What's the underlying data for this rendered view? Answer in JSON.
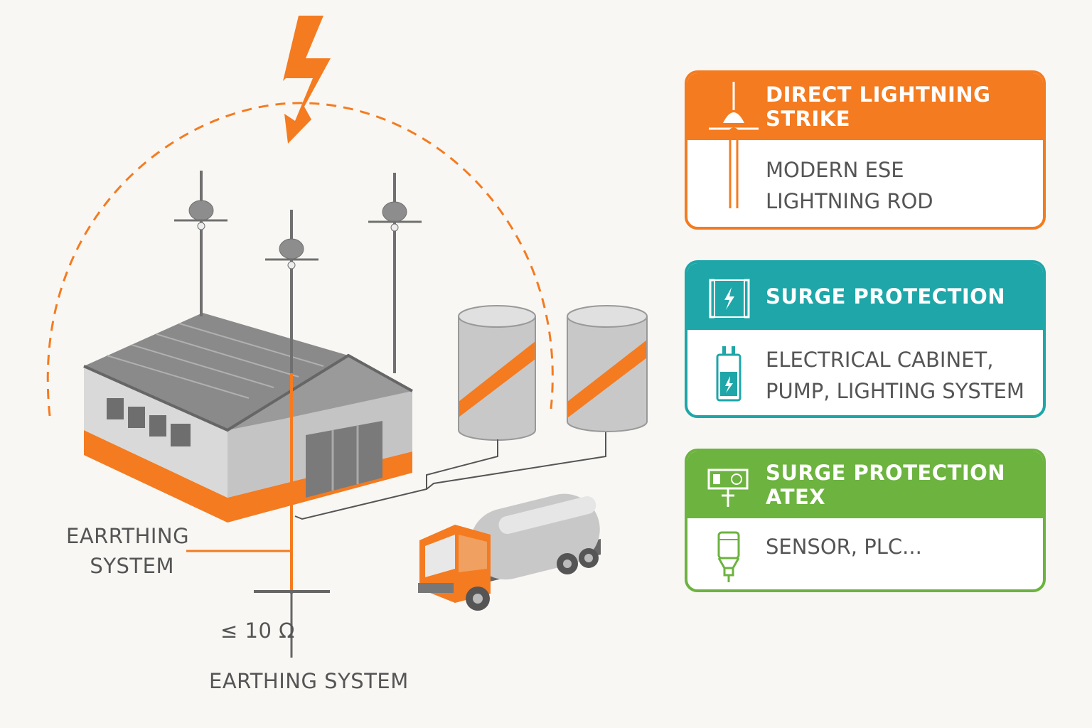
{
  "colors": {
    "orange": "#f47b20",
    "teal": "#1ea6a8",
    "green": "#6cb33f",
    "gray": "#8e8e8e",
    "text": "#555555"
  },
  "labels": {
    "earthing_side": [
      "EARRTHING",
      "SYSTEM"
    ],
    "resistance": "≤ 10 Ω",
    "earthing_bottom": "EARTHING SYSTEM"
  },
  "cards": [
    {
      "title": "DIRECT LIGHTNING STRIKE",
      "lines": [
        "MODERN ESE",
        "LIGHTNING ROD"
      ],
      "color": "#f47b20",
      "head_icon": "ese-lightning-rod-icon"
    },
    {
      "title": "SURGE PROTECTION",
      "lines": [
        "ELECTRICAL CABINET,",
        "PUMP, LIGHTING SYSTEM"
      ],
      "color": "#1ea6a8",
      "head_icon": "surge-panel-icon",
      "body_icon": "surge-arrester-icon"
    },
    {
      "title": "SURGE PROTECTION ATEX",
      "lines": [
        "SENSOR, PLC..."
      ],
      "color": "#6cb33f",
      "head_icon": "atex-device-icon",
      "body_icon": "sensor-icon"
    }
  ]
}
